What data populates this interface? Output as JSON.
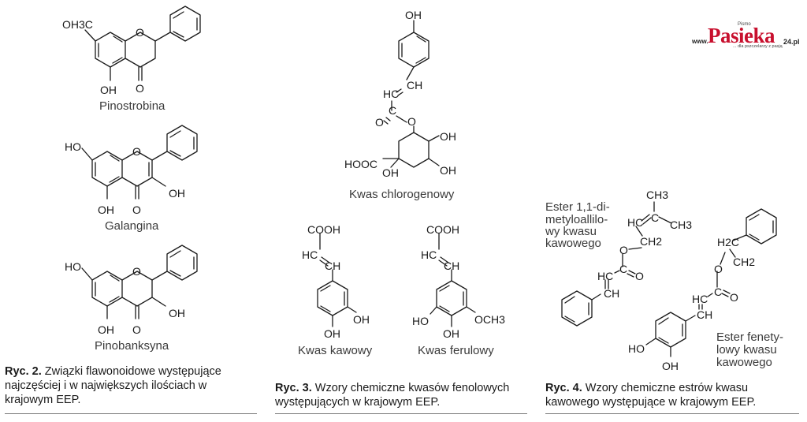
{
  "logo": {
    "www": "www.",
    "brand": "Pasieka",
    "domain": "24.pl",
    "pismo": "Pismo",
    "tagline": "... dla pszczelarzy z pasją"
  },
  "figures": {
    "fig2": {
      "compounds": [
        {
          "name": "Pinostrobina",
          "substituents": [
            "OH3C",
            "OH",
            "O",
            "O"
          ]
        },
        {
          "name": "Galangina",
          "substituents": [
            "HO",
            "OH",
            "O",
            "OH",
            "O"
          ]
        },
        {
          "name": "Pinobanksyna",
          "substituents": [
            "HO",
            "OH",
            "O",
            "OH",
            "O"
          ]
        }
      ],
      "caption_label": "Ryc. 2.",
      "caption_text": " Związki flawonoidowe występujące najczęściej i w największych ilościach w krajowym EEP."
    },
    "fig3": {
      "compounds": [
        {
          "name": "Kwas chlorogenowy",
          "labels": [
            "OH",
            "CH",
            "HC",
            "C",
            "O",
            "O",
            "OH",
            "OH",
            "HOOC",
            "OH"
          ]
        },
        {
          "name": "Kwas kawowy",
          "labels": [
            "COOH",
            "HC",
            "CH",
            "OH",
            "OH"
          ]
        },
        {
          "name": "Kwas ferulowy",
          "labels": [
            "COOH",
            "HC",
            "CH",
            "HO",
            "OH",
            "OCH3"
          ]
        }
      ],
      "caption_label": "Ryc. 3.",
      "caption_text": " Wzory chemiczne kwasów fenolowych występujących w krajowym EEP."
    },
    "fig4": {
      "compounds": [
        {
          "name_lines": [
            "Ester 1,1-di-",
            "metyloallilo-",
            "wy kwasu",
            "kawowego"
          ],
          "labels": [
            "CH3",
            "HC",
            "C",
            "CH3",
            "CH2",
            "O",
            "C",
            "O",
            "HC",
            "CH"
          ]
        },
        {
          "name_lines": [
            "Ester fenety-",
            "lowy kwasu",
            "kawowego"
          ],
          "labels": [
            "H2C",
            "CH2",
            "O",
            "C",
            "O",
            "HC",
            "CH",
            "HO",
            "OH"
          ]
        }
      ],
      "caption_label": "Ryc. 4.",
      "caption_text": " Wzory chemiczne estrów kwasu kawowego występujące w krajowym EEP."
    }
  }
}
